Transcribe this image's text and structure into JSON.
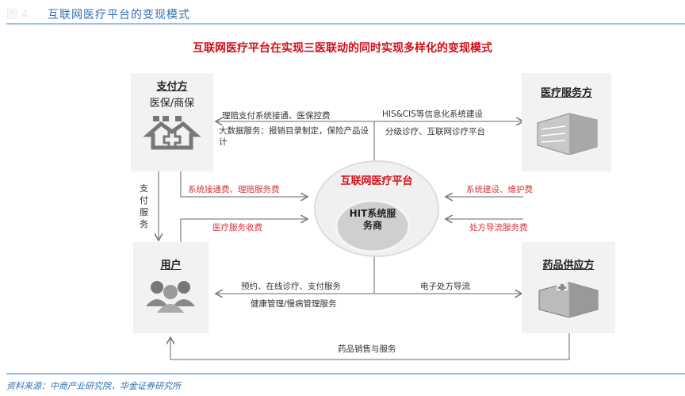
{
  "figure": {
    "number": "图 4",
    "title": "互联网医疗平台的变现模式"
  },
  "diagram": {
    "title": "互联网医疗平台在实现三医联动的同时实现多样化的变现模式",
    "nodes": {
      "payer": {
        "title": "支付方",
        "subtitle": "医保/商保"
      },
      "provider": {
        "title": "医疗服务方"
      },
      "user": {
        "title": "用户"
      },
      "pharma": {
        "title": "药品供应方"
      },
      "platform": {
        "title": "互联网医疗平台",
        "inner": "HIT系统服务商"
      }
    },
    "labels": {
      "payer_top": "理赔支付系统接通、医保控费",
      "payer_bottom": "大数据服务：报销目录制定，保险产品设计",
      "provider_top": "HIS&CIS等信息化系统建设",
      "provider_bottom": "分级诊疗、互联网诊疗平台",
      "payer_fee": "系统接通费、理赔服务费",
      "user_fee": "医疗服务收费",
      "provider_fee": "系统建设、维护费",
      "pharma_fee": "处方导流服务费",
      "pay_service": "支付服务",
      "user_top": "预约、在线诊疗、支付服务",
      "user_bottom": "健康管理/慢病管理服务",
      "pharma_top": "电子处方导流",
      "drug_sales": "药品销售与服务"
    }
  },
  "source": "资料来源：中商产业研究院，华金证券研究所"
}
